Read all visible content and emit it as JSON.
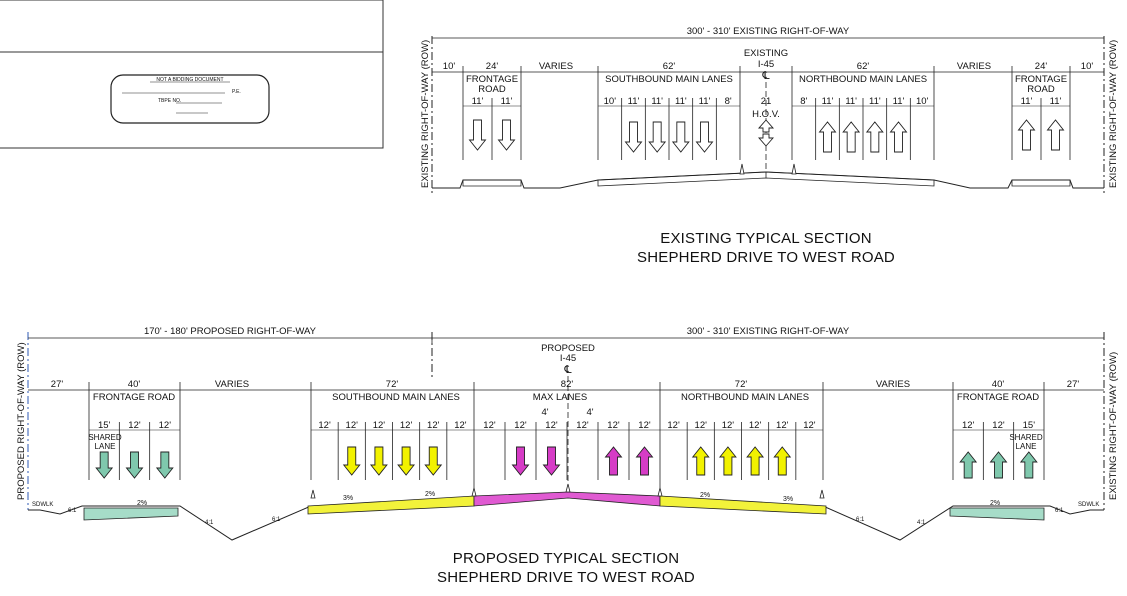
{
  "colors": {
    "frontage": "#a6dcc8",
    "main": "#f2f23a",
    "max": "#e05ad2",
    "arrow_frontage": "#7fc8ad",
    "arrow_main": "#f2f200",
    "arrow_max": "#d63cc6"
  },
  "notice": {
    "line1": "NOT A BIDDING DOCUMENT",
    "pe": "P.E.",
    "tbpe": "TBPE NO."
  },
  "existing": {
    "row_total": "300' - 310' EXISTING RIGHT-OF-WAY",
    "row_label": "EXISTING RIGHT-OF-WAY (ROW)",
    "dims": {
      "left_edge": "10'",
      "left_frontage": "24'",
      "left_varies": "VARIES",
      "sb": "62'",
      "nb": "62'",
      "right_varies": "VARIES",
      "right_frontage": "24'",
      "right_edge": "10'"
    },
    "labels": {
      "frontage": "FRONTAGE ROAD",
      "frontage_l1": "FRONTAGE",
      "frontage_l2": "ROAD",
      "sb": "SOUTHBOUND MAIN LANES",
      "nb": "NORTHBOUND MAIN LANES",
      "cl_existing": "EXISTING",
      "cl_road": "I-45",
      "hov": "H.O.V.",
      "hov_width": "21"
    },
    "lanes": {
      "frontage": [
        "11'",
        "11'"
      ],
      "sb": [
        "10'",
        "11'",
        "11'",
        "11'",
        "11'",
        "8'"
      ],
      "nb": [
        "8'",
        "11'",
        "11'",
        "11'",
        "11'",
        "10'"
      ]
    },
    "title1": "EXISTING TYPICAL SECTION",
    "title2": "SHEPHERD DRIVE TO WEST ROAD"
  },
  "proposed": {
    "row_new": "170' - 180' PROPOSED RIGHT-OF-WAY",
    "row_existing": "300' - 310' EXISTING RIGHT-OF-WAY",
    "row_left_label": "PROPOSED RIGHT-OF-WAY (ROW)",
    "row_right_label": "EXISTING RIGHT-OF-WAY (ROW)",
    "dims": {
      "left_edge": "27'",
      "left_frontage": "40'",
      "left_varies": "VARIES",
      "sb": "72'",
      "max": "82'",
      "nb": "72'",
      "right_varies": "VARIES",
      "right_frontage": "40'",
      "right_edge": "27'",
      "buffer": "4'"
    },
    "labels": {
      "frontage": "FRONTAGE ROAD",
      "sb": "SOUTHBOUND MAIN LANES",
      "max": "MAX LANES",
      "nb": "NORTHBOUND MAIN LANES",
      "cl_proposed": "PROPOSED",
      "cl_road": "I-45",
      "shared1": "SHARED",
      "shared2": "LANE",
      "sdwlk": "SDWLK"
    },
    "lanes": {
      "left_frontage": [
        "15'",
        "12'",
        "12'"
      ],
      "sb": [
        "12'",
        "12'",
        "12'",
        "12'",
        "12'",
        "12'"
      ],
      "max": [
        "12'",
        "12'",
        "12'",
        "12'",
        "12'",
        "12'"
      ],
      "nb": [
        "12'",
        "12'",
        "12'",
        "12'",
        "12'",
        "12'"
      ],
      "right_frontage": [
        "12'",
        "12'",
        "15'"
      ]
    },
    "slopes": {
      "frontage": "2%",
      "sb_outer": "3%",
      "sb_inner": "2%",
      "nb_inner": "2%",
      "nb_outer": "3%",
      "ditch": "6:1",
      "ditch_alt": "4:1"
    },
    "title1": "PROPOSED TYPICAL SECTION",
    "title2": "SHEPHERD DRIVE TO WEST ROAD"
  }
}
